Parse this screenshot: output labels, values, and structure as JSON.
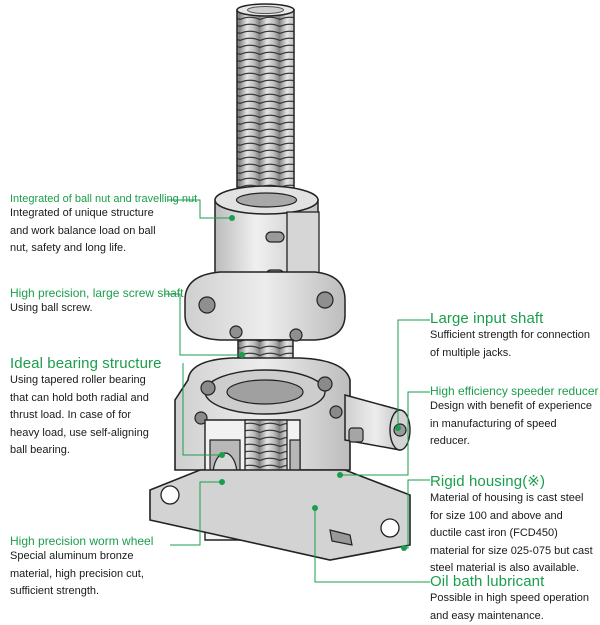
{
  "colors": {
    "accent_green": "#1a9e4b",
    "text": "#1a1a1a",
    "metal_light": "#d9d9d9",
    "metal_mid": "#b3b3b3",
    "metal_dark": "#7a7a7a"
  },
  "callouts": {
    "ball_nut": {
      "title": "Integrated of ball nut and travelling nut",
      "lines": [
        "Integrated of unique structure",
        "and work balance load on ball",
        "nut, safety and long life."
      ]
    },
    "screw_shaft": {
      "title": "High precision, large screw shaft",
      "lines": [
        "Using ball screw."
      ]
    },
    "bearing": {
      "title": "Ideal bearing structure",
      "lines": [
        "Using tapered roller bearing",
        "that can hold both radial and",
        "thrust load. In case of for",
        "heavy load, use self-aligning",
        "ball bearing."
      ]
    },
    "worm_wheel": {
      "title": "High precision worm wheel",
      "lines": [
        "Special aluminum bronze",
        "material, high precision cut,",
        "sufficient strength."
      ]
    },
    "input_shaft": {
      "title": "Large input shaft",
      "lines": [
        "Sufficient strength for connection",
        "of multiple jacks."
      ]
    },
    "reducer": {
      "title": "High efficiency speeder reducer",
      "lines": [
        "Design with benefit of experience",
        "in manufacturing of speed",
        "reducer."
      ]
    },
    "housing": {
      "title": "Rigid housing(※)",
      "lines": [
        "Material of housing is cast steel",
        "for size 100 and above and",
        "ductile cast iron (FCD450)",
        "material for size 025-075 but cast",
        "steel material is also available."
      ]
    },
    "oil_bath": {
      "title": "Oil bath lubricant",
      "lines": [
        "Possible in high speed operation",
        "and easy maintenance."
      ]
    }
  }
}
